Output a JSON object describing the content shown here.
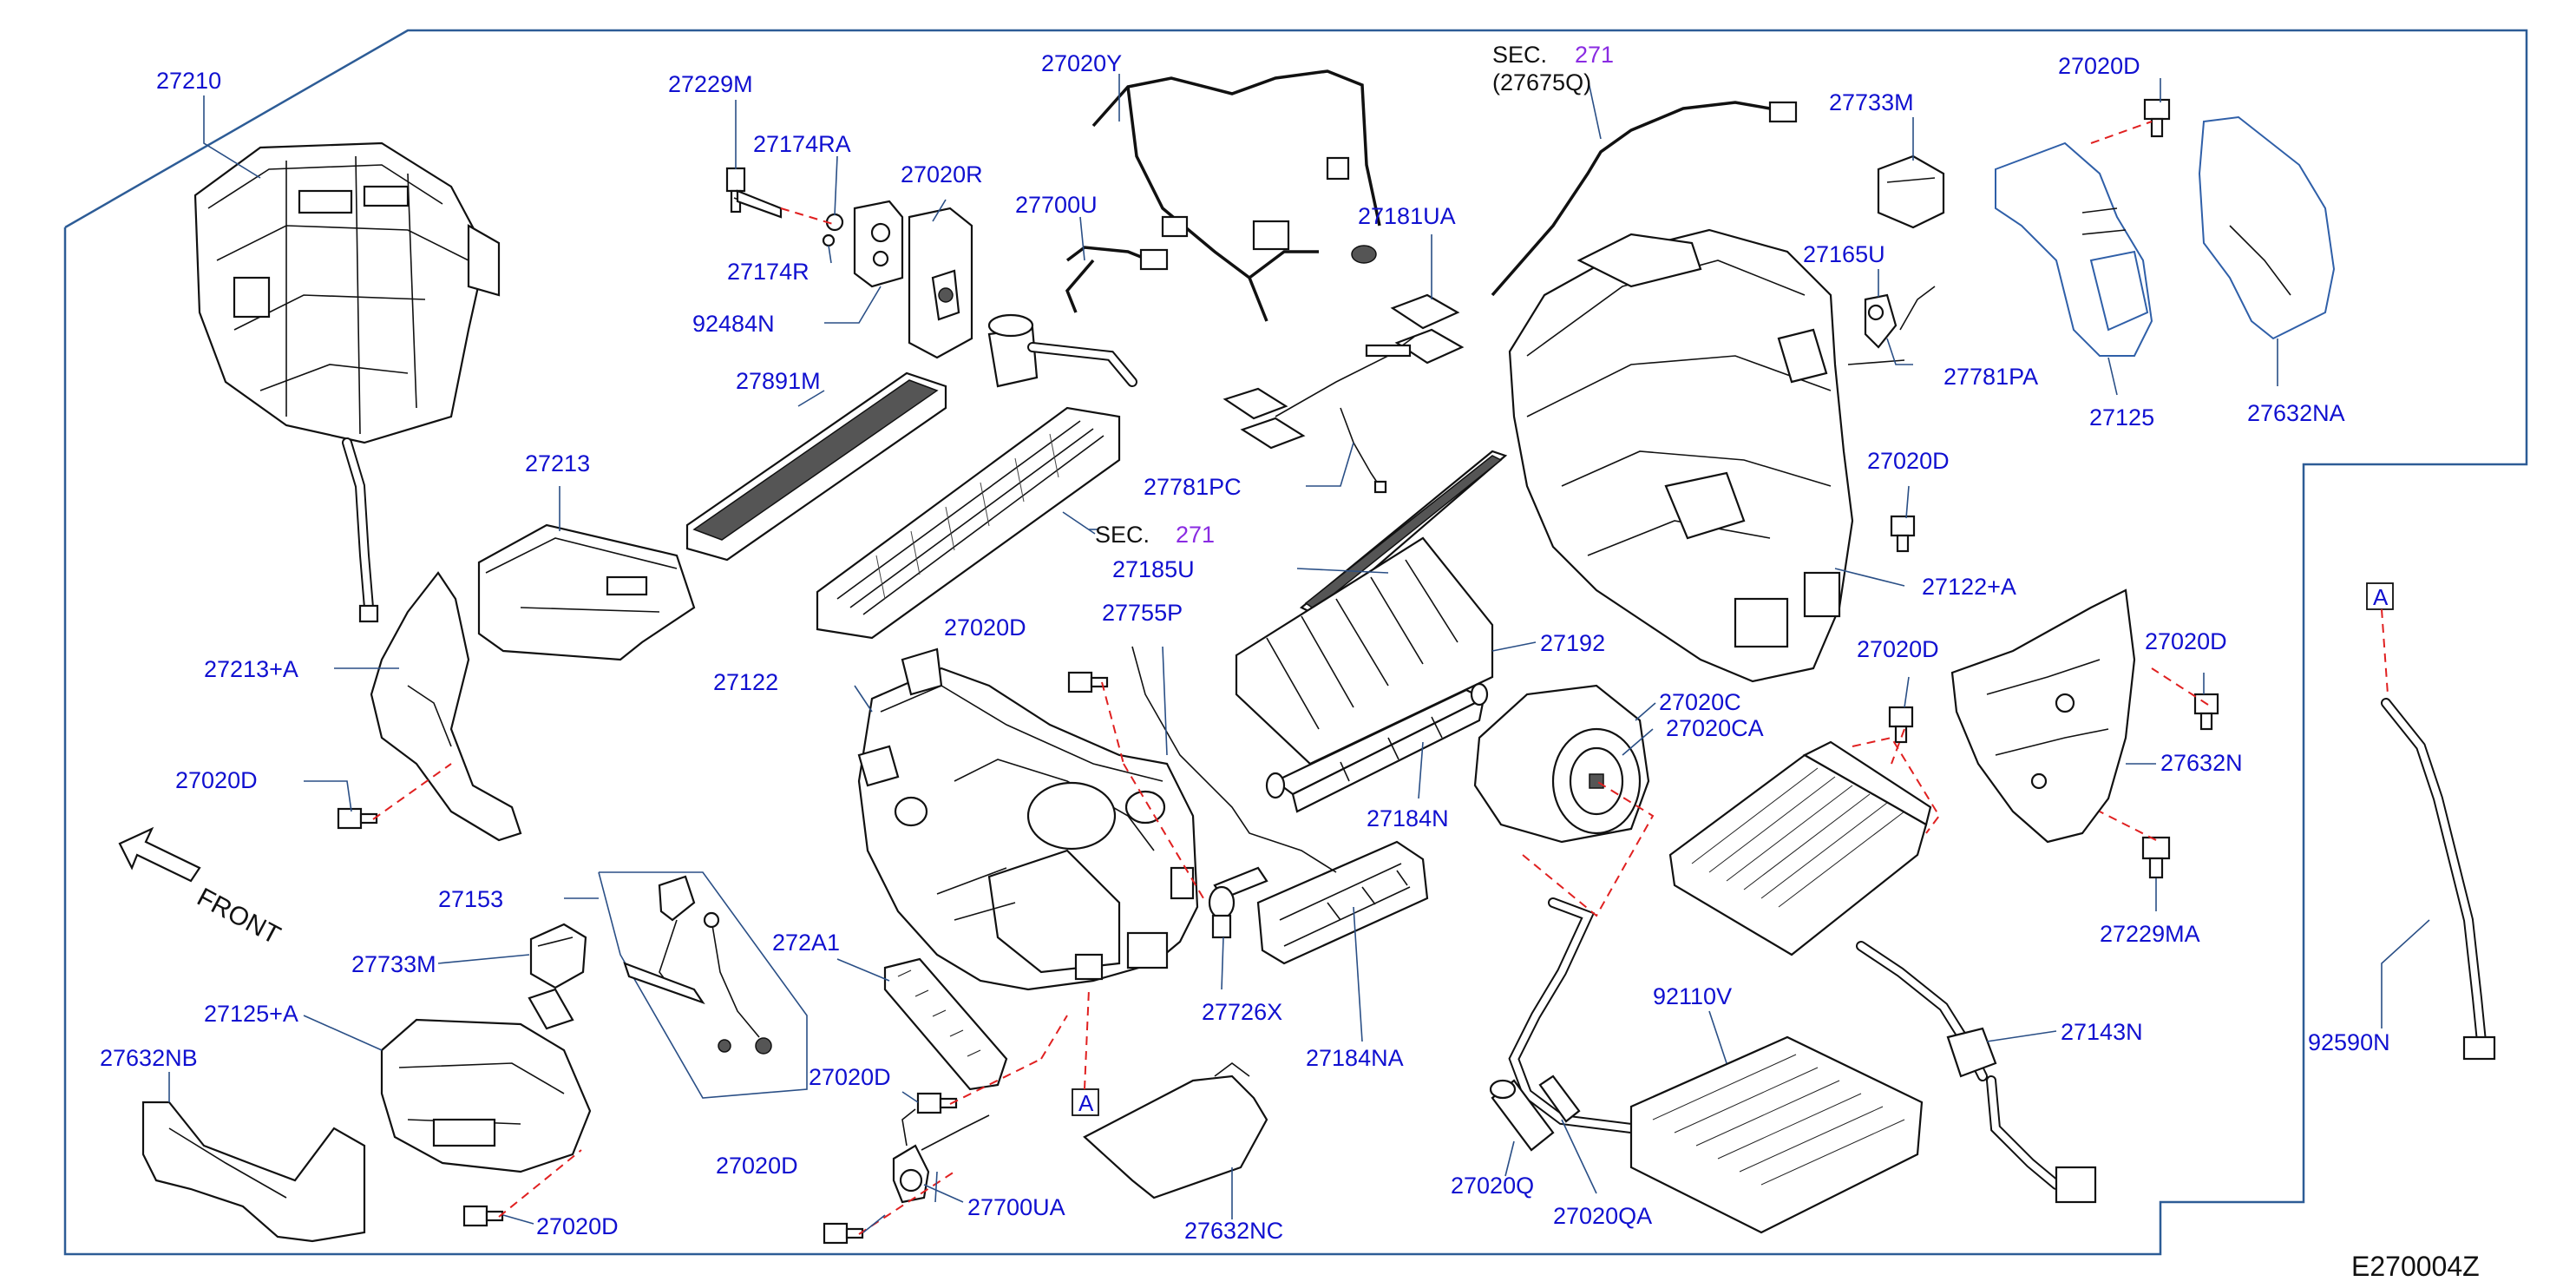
{
  "diagram_code": "E270004Z",
  "front_label": "FRONT",
  "reference_letter": "A",
  "section": {
    "sec_text": "SEC.",
    "sec_number": "271",
    "sub_ref": "(27675Q)"
  },
  "parts": {
    "p27210": "27210",
    "p27229M": "27229M",
    "p27174RA": "27174RA",
    "p27174R": "27174R",
    "p92484N": "92484N",
    "p27020R": "27020R",
    "p27020Y": "27020Y",
    "p27700U": "27700U",
    "p27181UA": "27181UA",
    "p27733M_top": "27733M",
    "p27020D_tr": "27020D",
    "p27165U": "27165U",
    "p27781PA": "27781PA",
    "p27125": "27125",
    "p27632NA": "27632NA",
    "p27891M": "27891M",
    "p27213": "27213",
    "p27781PC": "27781PC",
    "p27185U": "27185U",
    "p27020D_mid": "27020D",
    "p27122A": "27122+A",
    "p27213A": "27213+A",
    "p27020D_tube": "27020D",
    "p27755P": "27755P",
    "p27122": "27122",
    "p27192": "27192",
    "p27020D_hc": "27020D",
    "p27020D_br": "27020D",
    "p27020C": "27020C",
    "p27020CA": "27020CA",
    "p27020D_left": "27020D",
    "p27184N": "27184N",
    "p27632N": "27632N",
    "p27153": "27153",
    "p272A1": "272A1",
    "p27229MA": "27229MA",
    "p27733M_bl": "27733M",
    "p27125A": "27125+A",
    "p27726X": "27726X",
    "p92110V": "92110V",
    "p27143N": "27143N",
    "p92590N": "92590N",
    "p27632NB": "27632NB",
    "p27184NA": "27184NA",
    "p27020D_lower": "27020D",
    "p27020D_bottom": "27020D",
    "p27700UA": "27700UA",
    "p27020Q": "27020Q",
    "p27020QA": "27020QA",
    "p27020D_bl": "27020D",
    "p27632NC": "27632NC"
  }
}
